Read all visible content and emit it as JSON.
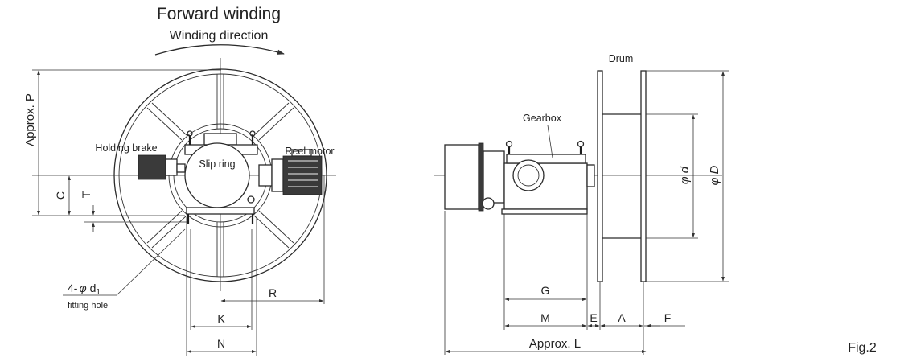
{
  "titles": {
    "forward_winding": "Forward winding",
    "winding_direction": "Winding direction",
    "figure_label": "Fig.2"
  },
  "callouts": {
    "holding_brake": "Holding brake",
    "slip_ring": "Slip ring",
    "reel_motor": "Reel motor",
    "gearbox": "Gearbox",
    "drum": "Drum",
    "fitting_hole_count": "4-",
    "fitting_hole_phi": "φ",
    "fitting_hole_d": "d",
    "fitting_hole_sub": "1",
    "fitting_hole": "fitting hole"
  },
  "dimensions": {
    "approx_p": "Approx. P",
    "c": "C",
    "t": "T",
    "r": "R",
    "k": "K",
    "n": "N",
    "g": "G",
    "m": "M",
    "e": "E",
    "a": "A",
    "f": "F",
    "approx_l": "Approx. L",
    "phi_d_small": "φ d",
    "phi_d_large": "φ D"
  }
}
